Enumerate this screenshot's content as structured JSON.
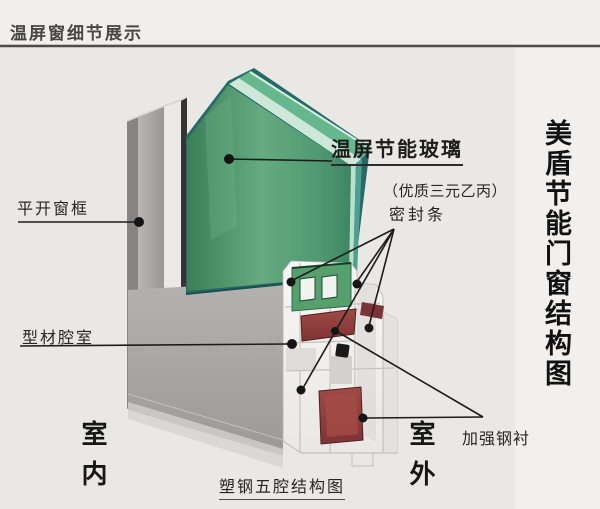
{
  "title": "温屏窗细节展示",
  "labels": {
    "glass_label": "温屏节能玻璃",
    "seal_note": "（优质三元乙丙）",
    "seal_label": "密封条",
    "frame_label": "平开窗框",
    "cavity_label": "型材腔室",
    "indoor_label": "室内",
    "outdoor_label": "室外",
    "steel_label": "加强钢衬",
    "bottom_caption": "塑钢五腔结构图",
    "side_caption": "美盾节能门窗结构图"
  },
  "colors": {
    "background": "#e9e8e5",
    "glass_teal": "#266a68",
    "glass_green": "#4f9a72",
    "steel_red": "#96413f",
    "steel_inner": "#a34b45",
    "frame_gray": "#a6a5a3",
    "line_black": "#1c1c1c",
    "text_dark": "#2e2e2e"
  }
}
